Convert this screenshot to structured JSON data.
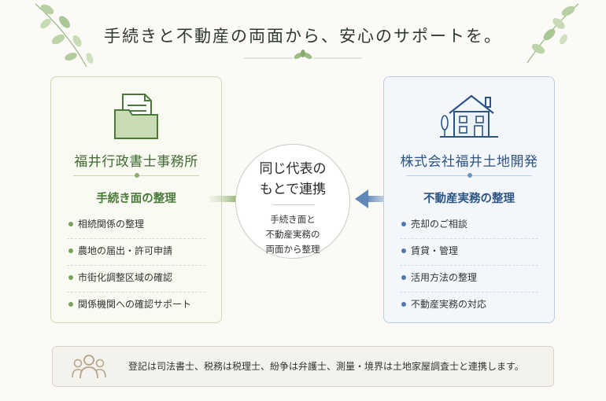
{
  "header": {
    "title": "手続きと不動産の両面から、安心のサポートを。"
  },
  "left_card": {
    "icon": "document-folder-icon",
    "name": "福井行政書士事務所",
    "subtitle": "手続き面の整理",
    "items": [
      "相続関係の整理",
      "農地の届出・許可申請",
      "市街化調整区域の確認",
      "関係機関への確認サポート"
    ]
  },
  "right_card": {
    "icon": "house-icon",
    "name": "株式会社福井土地開発",
    "subtitle": "不動産実務の整理",
    "items": [
      "売却のご相談",
      "賃貸・管理",
      "活用方法の整理",
      "不動産実務の対応"
    ]
  },
  "center": {
    "title_line1": "同じ代表の",
    "title_line2": "もとで連携",
    "desc_line1": "手続き面と",
    "desc_line2": "不動産実務の",
    "desc_line3": "両面から整理"
  },
  "footer": {
    "icon": "people-group-icon",
    "text": "登記は司法書士、税務は税理士、紛争は弁護士、測量・境界は土地家屋調査士と連携します。"
  },
  "colors": {
    "green": "#4a7a3a",
    "blue": "#2c5484",
    "background": "#fbfaf6"
  }
}
